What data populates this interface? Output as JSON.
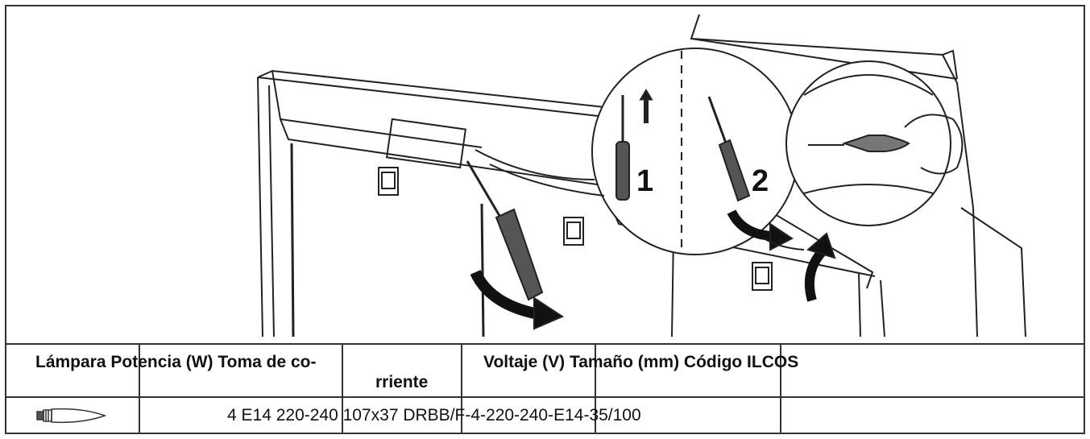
{
  "illustration": {
    "step1_label": "1",
    "step2_label": "2"
  },
  "table": {
    "header_line1": "Lámpara Potencia (W) Toma de co-",
    "header_line1b": "Voltaje (V) Tamaño (mm) Código ILCOS",
    "header_line2": "rriente",
    "row_text": "4 E14 220-240 107x37 DRBB/F-4-220-240-E14-35/100",
    "lamp_icon": "candle-bulb-icon"
  }
}
